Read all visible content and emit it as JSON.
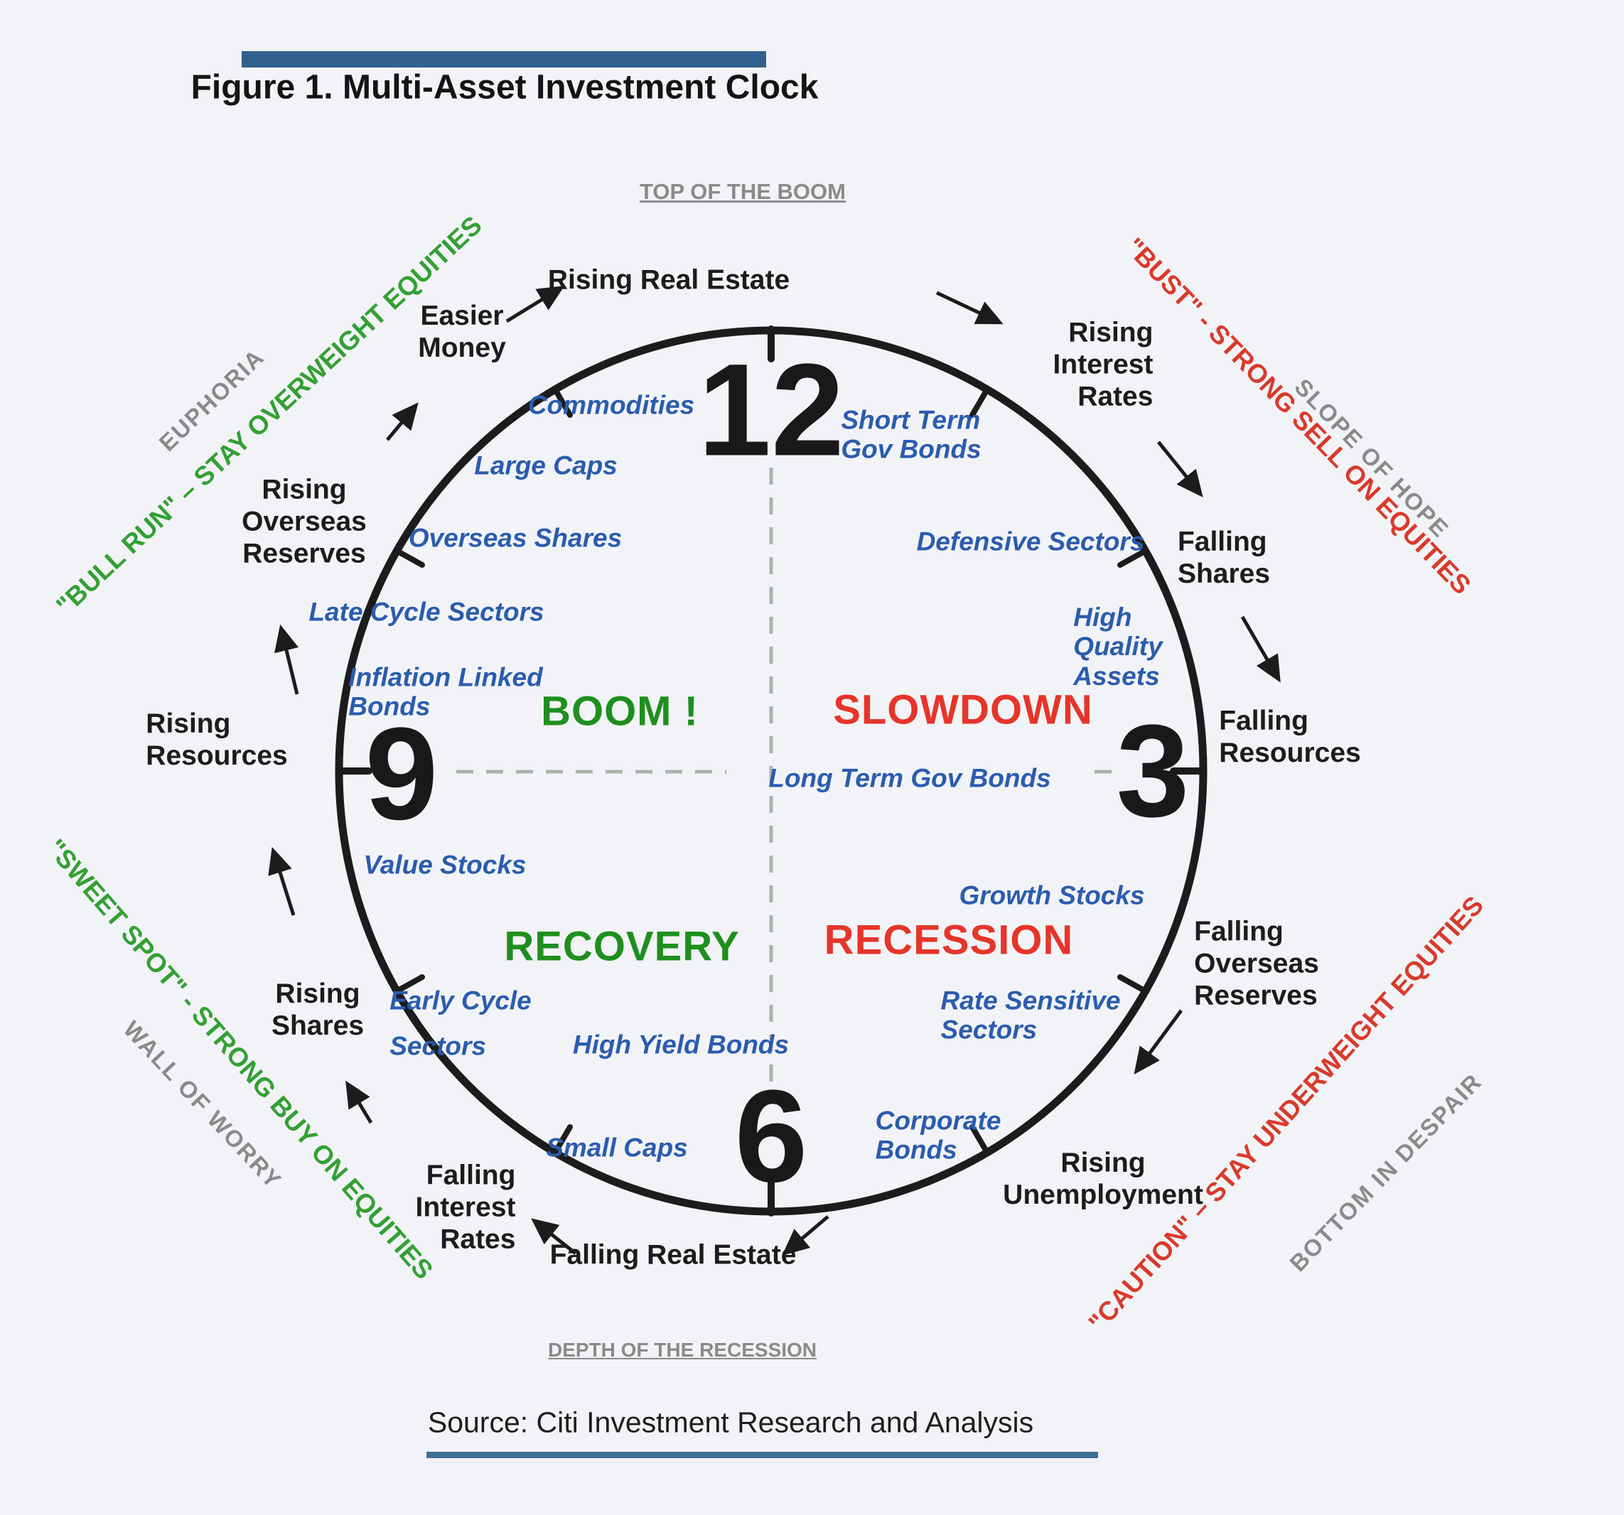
{
  "header": {
    "title": "Figure 1. Multi-Asset Investment Clock"
  },
  "outer_labels": {
    "top": "TOP OF THE BOOM",
    "bottom": "DEPTH OF THE RECESSION"
  },
  "footer": {
    "source": "Source: Citi Investment Research and Analysis"
  },
  "clock_numbers": {
    "n12": "12",
    "n3": "3",
    "n6": "6",
    "n9": "9"
  },
  "phases": {
    "boom": "BOOM !",
    "slowdown": "SLOWDOWN",
    "recession": "RECESSION",
    "recovery": "RECOVERY"
  },
  "assets": {
    "commodities": "Commodities",
    "large_caps": "Large Caps",
    "overseas_shares": "Overseas Shares",
    "late_cycle_sectors": "Late Cycle Sectors",
    "inflation_linked_bonds": [
      "Inflation Linked",
      "Bonds"
    ],
    "value_stocks": "Value Stocks",
    "early_cycle_sectors": [
      "Early Cycle",
      "Sectors"
    ],
    "high_yield_bonds": "High Yield Bonds",
    "small_caps": "Small Caps",
    "corporate_bonds": [
      "Corporate",
      "Bonds"
    ],
    "rate_sensitive_sectors": [
      "Rate Sensitive",
      "Sectors"
    ],
    "growth_stocks": "Growth Stocks",
    "long_term_gov_bonds": "Long Term Gov Bonds",
    "high_quality_assets": [
      "High",
      "Quality",
      "Assets"
    ],
    "defensive_sectors": "Defensive Sectors",
    "short_term_gov_bonds": [
      "Short Term",
      "Gov Bonds"
    ]
  },
  "indicators": {
    "rising_real_estate": "Rising Real Estate",
    "easier_money": [
      "Easier",
      "Money"
    ],
    "rising_overseas_reserves": [
      "Rising",
      "Overseas",
      "Reserves"
    ],
    "rising_resources": [
      "Rising",
      "Resources"
    ],
    "rising_shares": [
      "Rising",
      "Shares"
    ],
    "falling_interest_rates": [
      "Falling",
      "Interest",
      "Rates"
    ],
    "falling_real_estate": "Falling Real Estate",
    "rising_unemployment": [
      "Rising",
      "Unemployment"
    ],
    "falling_overseas_reserves": [
      "Falling",
      "Overseas",
      "Reserves"
    ],
    "falling_resources": [
      "Falling",
      "Resources"
    ],
    "falling_shares": [
      "Falling",
      "Shares"
    ],
    "rising_interest_rates": [
      "Rising",
      "Interest",
      "Rates"
    ]
  },
  "corner_annotations": {
    "bull_run": "\"BULL RUN\" – STAY OVERWEIGHT EQUITIES",
    "euphoria": "EUPHORIA",
    "bust": "\"BUST\" - STRONG SELL ON EQUITIES",
    "slope_of_hope": "SLOPE OF HOPE",
    "sweet_spot": "\"SWEET SPOT\" - STRONG BUY ON EQUITIES",
    "wall_of_worry": "WALL OF WORRY",
    "caution": "\"CAUTION\" – STAY UNDERWEIGHT EQUITIES",
    "bottom_in_despair": "BOTTOM IN DESPAIR"
  },
  "colors": {
    "rule_blue": "#30608c",
    "label_blue": "#2b5cad",
    "phase_green": "#1e8f1e",
    "phase_red": "#e5352a",
    "corner_green": "#33a033",
    "corner_red": "#d93a2b",
    "corner_gray": "#8a8a8a",
    "ink_black": "#1c1c1c"
  }
}
